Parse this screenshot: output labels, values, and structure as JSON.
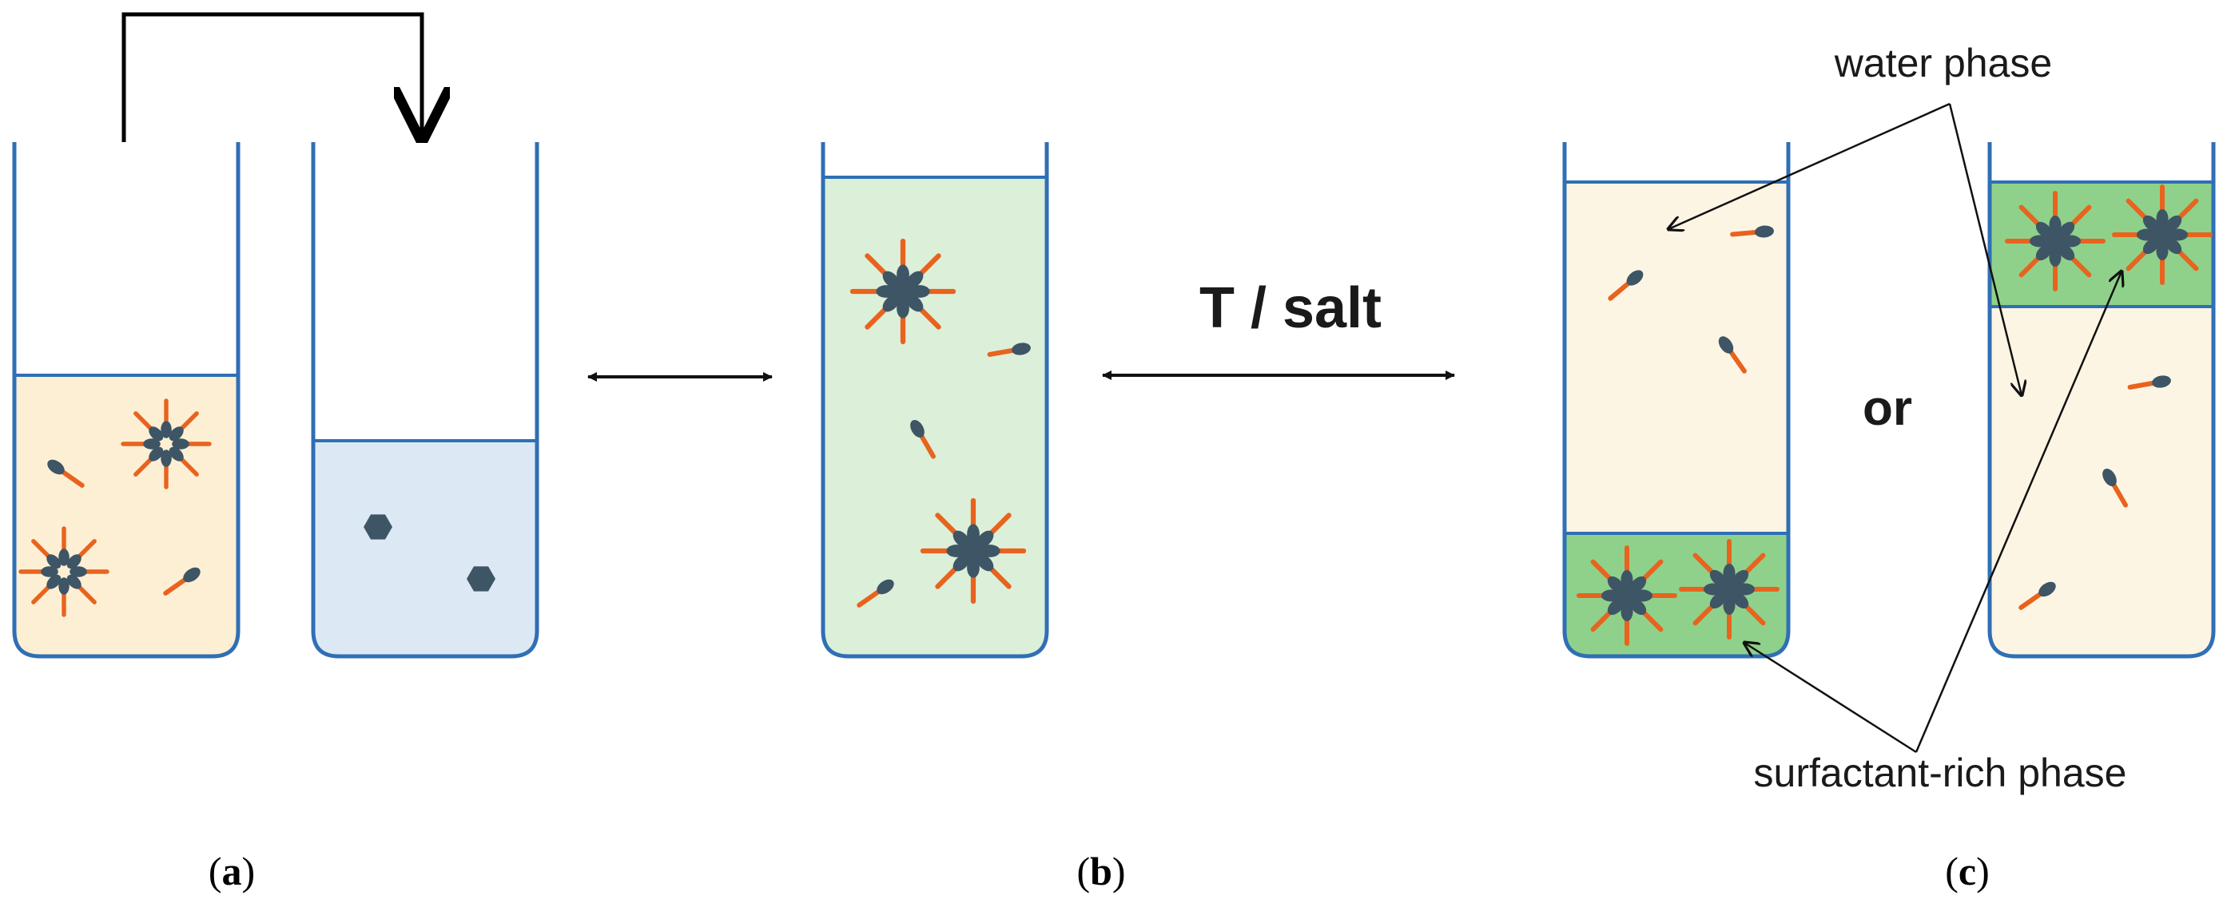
{
  "labels": {
    "operator": "T / salt",
    "or": "or",
    "water_phase": "water phase",
    "surfactant_phase": "surfactant-rich phase"
  },
  "panels": [
    {
      "open": "(",
      "letter": "a",
      "close": ")"
    },
    {
      "open": "(",
      "letter": "b",
      "close": ")"
    },
    {
      "open": "(",
      "letter": "c",
      "close": ")"
    }
  ],
  "colors": {
    "tube_outline": "#2f6fb5",
    "surfactant_solution": "#fdefd3",
    "analyte_solution": "#dce9f5",
    "mixed_solution": "#dcefd9",
    "water_phase": "#fdf5e4",
    "surfactant_rich_phase": "#8fd18a",
    "surfactant_head": "#3e5566",
    "surfactant_tail": "#e8631e",
    "analyte": "#3e5566"
  }
}
